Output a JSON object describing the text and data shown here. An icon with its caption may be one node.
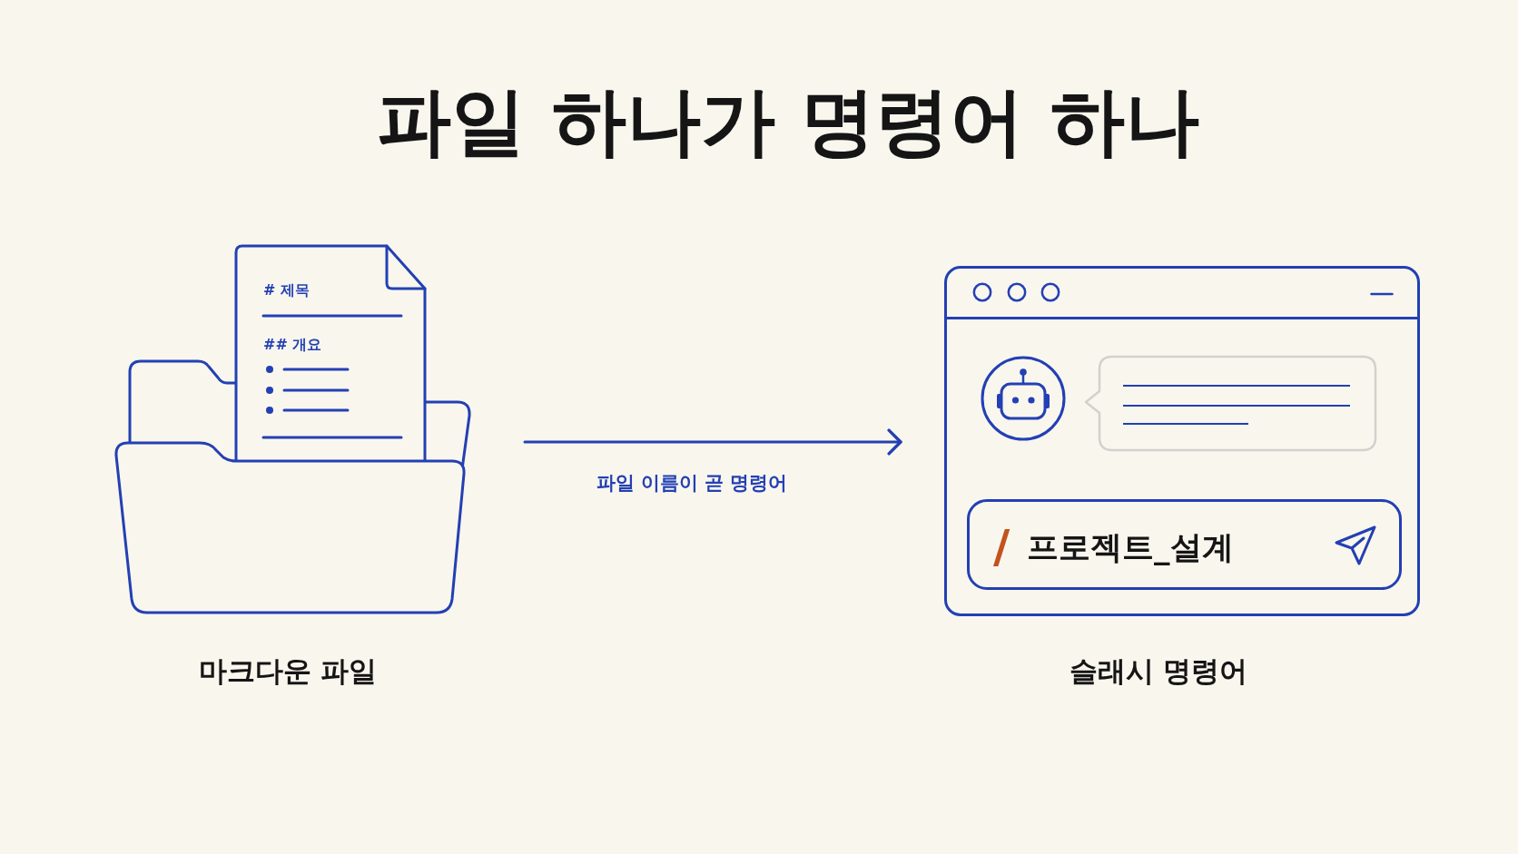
{
  "diagram": {
    "title": "파일 하나가 명령어 하나",
    "nodes": [
      {
        "text": [
          "# 제목",
          "## 개요"
        ],
        "beside": [
          "마크다운 파일"
        ]
      },
      {
        "text": [],
        "shape": "box",
        "beside": [
          "슬래시 명령어"
        ]
      },
      {
        "text": [
          "/",
          "프로젝트_설계"
        ],
        "in": 1
      }
    ],
    "edges": [
      {
        "from": 0,
        "to": 1,
        "arrow": "to",
        "label": "파일 이름이 곧 명령어"
      }
    ]
  }
}
